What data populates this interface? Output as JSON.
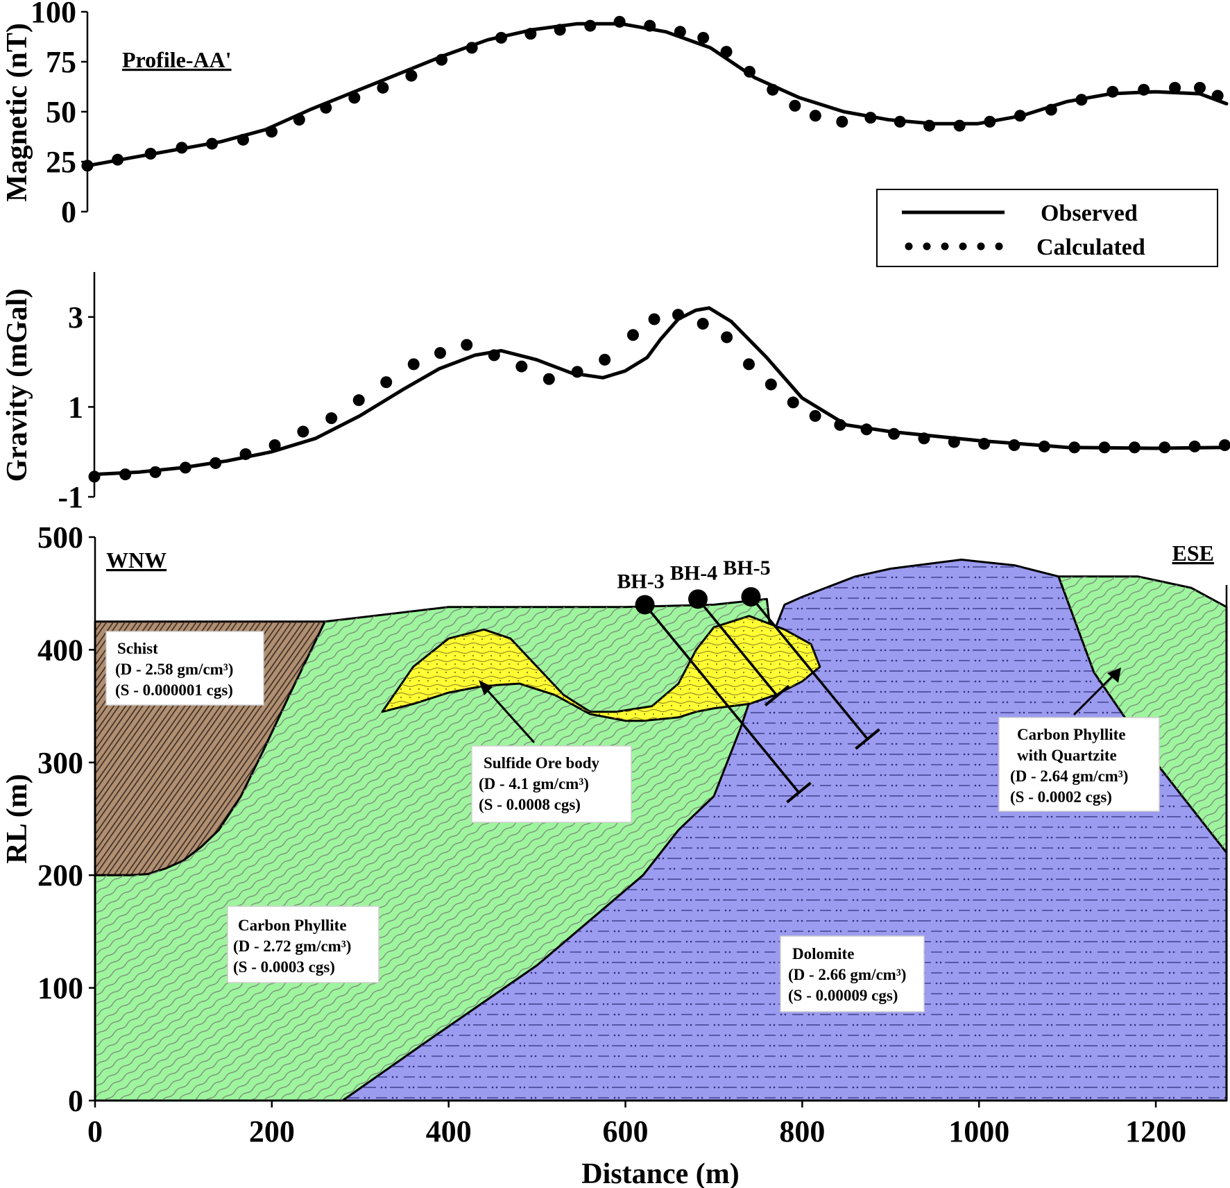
{
  "chart_data": [
    {
      "type": "line",
      "title": "Profile-AA'",
      "ylabel": "Magnetic (nT)",
      "xlabel": "",
      "xlim": [
        0,
        1280
      ],
      "ylim": [
        0,
        100
      ],
      "yticks": [
        0,
        25,
        50,
        75,
        100
      ],
      "legend_position": "right",
      "legend": [
        {
          "label": "Observed",
          "style": "solid-line"
        },
        {
          "label": "Calculated",
          "style": "dots"
        }
      ],
      "series": [
        {
          "name": "Observed",
          "x": [
            0,
            50,
            100,
            150,
            200,
            250,
            300,
            350,
            400,
            450,
            500,
            550,
            600,
            650,
            700,
            750,
            800,
            850,
            900,
            950,
            1000,
            1050,
            1100,
            1150,
            1200,
            1250,
            1280
          ],
          "y": [
            23,
            27,
            31,
            35,
            41,
            51,
            60,
            69,
            78,
            86,
            91,
            94,
            94,
            90,
            82,
            67,
            57,
            50,
            46,
            44,
            44,
            48,
            55,
            59,
            60,
            59,
            54
          ]
        },
        {
          "name": "Calculated",
          "x": [
            0,
            34,
            71,
            106,
            140,
            175,
            207,
            238,
            268,
            300,
            332,
            364,
            398,
            432,
            465,
            498,
            531,
            565,
            598,
            632,
            666,
            692,
            718,
            744,
            770,
            795,
            818,
            848,
            880,
            913,
            946,
            980,
            1014,
            1048,
            1083,
            1117,
            1152,
            1187,
            1222,
            1250,
            1270
          ],
          "y": [
            23,
            26,
            29,
            32,
            34,
            36,
            40,
            46,
            52,
            57,
            62,
            68,
            76,
            82,
            87,
            89,
            91,
            93,
            95,
            93,
            90,
            87,
            80,
            70,
            61,
            53,
            48,
            45,
            47,
            45,
            43,
            43,
            45,
            48,
            51,
            56,
            60,
            61,
            62,
            62,
            58
          ]
        }
      ]
    },
    {
      "type": "line",
      "ylabel": "Gravity (mGal)",
      "xlabel": "",
      "xlim": [
        0,
        1280
      ],
      "ylim": [
        -1,
        4
      ],
      "yticks": [
        -1,
        1,
        3
      ],
      "series": [
        {
          "name": "Observed",
          "x": [
            0,
            50,
            100,
            150,
            200,
            250,
            300,
            350,
            390,
            430,
            460,
            500,
            540,
            575,
            600,
            625,
            640,
            660,
            680,
            695,
            720,
            760,
            800,
            850,
            900,
            1000,
            1100,
            1200,
            1280
          ],
          "y": [
            -0.5,
            -0.45,
            -0.35,
            -0.2,
            0.0,
            0.3,
            0.8,
            1.4,
            1.85,
            2.15,
            2.25,
            2.05,
            1.75,
            1.65,
            1.8,
            2.1,
            2.5,
            2.95,
            3.15,
            3.2,
            2.9,
            2.1,
            1.2,
            0.6,
            0.45,
            0.25,
            0.1,
            0.08,
            0.1
          ]
        },
        {
          "name": "Calculated",
          "x": [
            0,
            35,
            69,
            103,
            137,
            171,
            204,
            236,
            268,
            299,
            330,
            361,
            391,
            421,
            452,
            483,
            514,
            546,
            577,
            609,
            633,
            660,
            688,
            715,
            740,
            765,
            790,
            815,
            843,
            873,
            904,
            938,
            972,
            1006,
            1040,
            1074,
            1108,
            1142,
            1176,
            1210,
            1244,
            1278
          ],
          "y": [
            -0.55,
            -0.5,
            -0.45,
            -0.35,
            -0.25,
            -0.05,
            0.15,
            0.45,
            0.75,
            1.15,
            1.55,
            1.95,
            2.2,
            2.38,
            2.15,
            1.9,
            1.62,
            1.78,
            2.05,
            2.6,
            2.95,
            3.05,
            2.85,
            2.55,
            1.95,
            1.5,
            1.1,
            0.8,
            0.6,
            0.5,
            0.4,
            0.3,
            0.22,
            0.18,
            0.15,
            0.12,
            0.1,
            0.1,
            0.1,
            0.1,
            0.12,
            0.15
          ]
        }
      ]
    },
    {
      "type": "area",
      "ylabel": "RL (m)",
      "xlabel": "Distance (m)",
      "xlim": [
        0,
        1280
      ],
      "ylim": [
        0,
        500
      ],
      "xticks": [
        0,
        200,
        400,
        600,
        800,
        1000,
        1200
      ],
      "yticks": [
        0,
        100,
        200,
        300,
        400,
        500
      ],
      "direction_labels": [
        "WNW",
        "ESE"
      ],
      "layers": [
        {
          "name": "Schist",
          "color": "#b08f72",
          "label_lines": [
            "Schist",
            "(D - 2.58 gm/cm³)",
            "(S - 0.000001  cgs)"
          ],
          "x": [
            0,
            260,
            220,
            190,
            165,
            140,
            120,
            100,
            80,
            60,
            40,
            0
          ],
          "y": [
            425,
            425,
            360,
            310,
            270,
            240,
            225,
            213,
            206,
            201,
            200,
            200
          ]
        },
        {
          "name": "Carbon Phyllite",
          "color": "#9ef59e",
          "label_lines": [
            "Carbon Phyllite",
            "(D - 2.72 gm/cm³)",
            "(S - 0.0003 cgs)"
          ],
          "x": [
            0,
            0,
            40,
            60,
            80,
            100,
            120,
            140,
            165,
            190,
            220,
            260,
            400,
            500,
            600,
            700,
            760,
            780,
            700,
            660,
            620,
            500,
            380,
            280
          ],
          "y": [
            0,
            200,
            200,
            201,
            206,
            213,
            225,
            240,
            270,
            310,
            360,
            425,
            438,
            438,
            438,
            440,
            445,
            300,
            270,
            240,
            200,
            120,
            55,
            0
          ]
        },
        {
          "name": "Dolomite",
          "color": "#9b9bef",
          "label_lines": [
            "Dolomite",
            "(D - 2.66 gm/cm³)",
            "(S - 0.00009 cgs)"
          ],
          "x": [
            280,
            380,
            500,
            620,
            660,
            700,
            730,
            760,
            780,
            800,
            860,
            900,
            980,
            1040,
            1090,
            1130,
            1200,
            1280,
            1280
          ],
          "y": [
            0,
            55,
            120,
            200,
            240,
            270,
            330,
            400,
            440,
            447,
            465,
            472,
            480,
            475,
            465,
            380,
            300,
            220,
            0
          ]
        },
        {
          "name": "Carbon Phyllite with Quartzite",
          "color": "#9ef59e",
          "label_lines": [
            "Carbon Phyllite",
            "with Quartzite",
            "(D - 2.64 gm/cm³)",
            "(S - 0.0002 cgs)"
          ],
          "x": [
            1090,
            1180,
            1240,
            1280,
            1280,
            1200,
            1130
          ],
          "y": [
            465,
            465,
            455,
            438,
            220,
            300,
            380
          ]
        },
        {
          "name": "Sulfide Ore body",
          "color": "#ffff33",
          "label_lines": [
            "Sulfide Ore body",
            "(D - 4.1 gm/cm³)",
            "(S - 0.0008 cgs)"
          ],
          "x": [
            325,
            360,
            400,
            440,
            470,
            500,
            530,
            560,
            590,
            630,
            660,
            680,
            700,
            740,
            780,
            810,
            820,
            800,
            770,
            740,
            700,
            680,
            660,
            620,
            600,
            560,
            520,
            480,
            440,
            400,
            360
          ],
          "y": [
            345,
            385,
            410,
            418,
            410,
            385,
            360,
            345,
            345,
            350,
            370,
            400,
            420,
            430,
            418,
            405,
            385,
            372,
            360,
            352,
            348,
            345,
            340,
            337,
            337,
            343,
            360,
            370,
            368,
            362,
            352
          ]
        }
      ],
      "boreholes": [
        {
          "name": "BH-3",
          "x": 622,
          "y": 440
        },
        {
          "name": "BH-4",
          "x": 682,
          "y": 445
        },
        {
          "name": "BH-5",
          "x": 742,
          "y": 447
        }
      ]
    }
  ]
}
